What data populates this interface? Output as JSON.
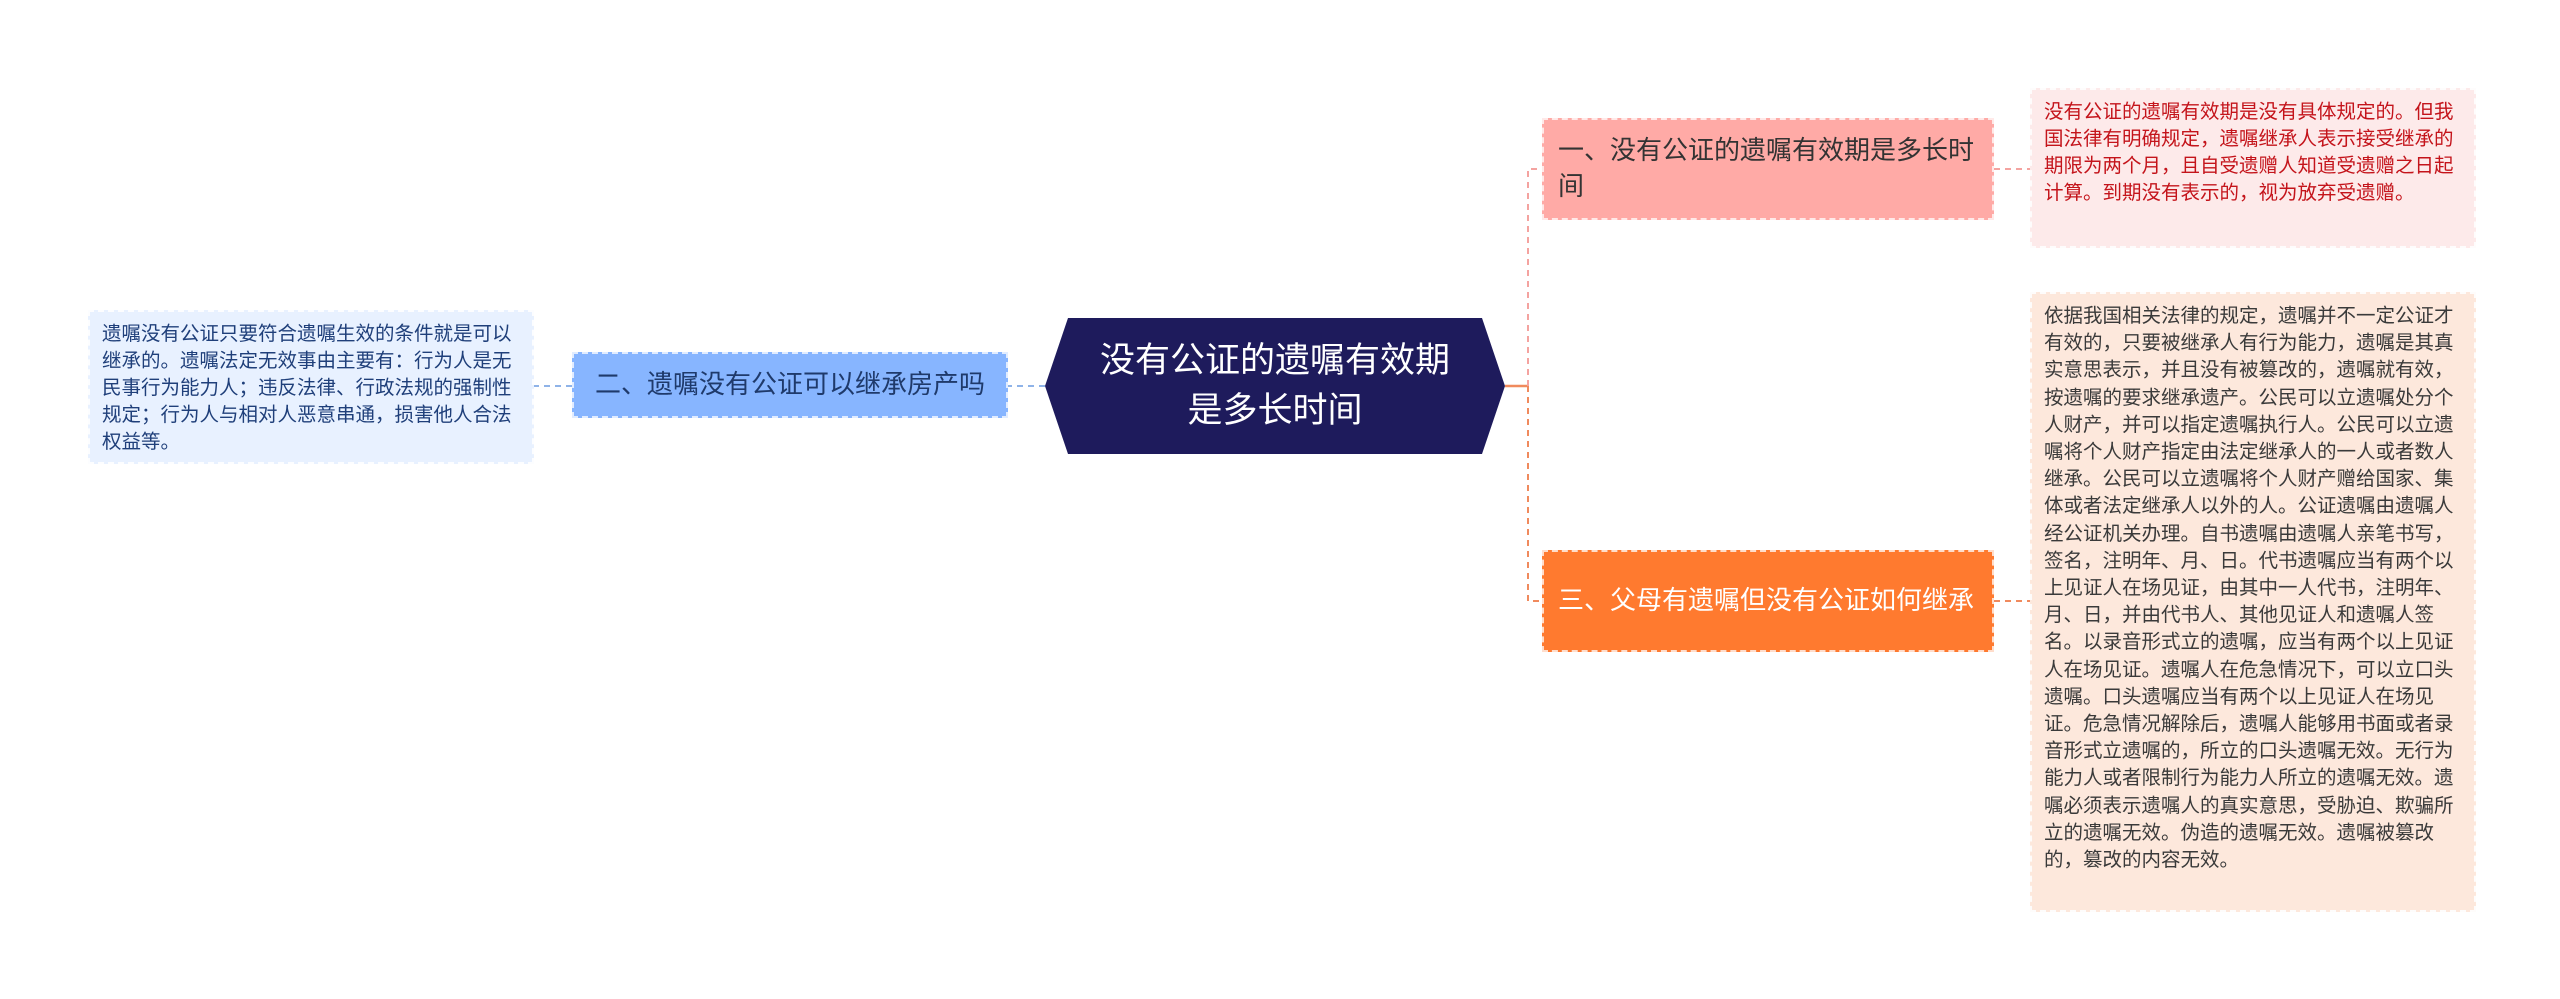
{
  "central_topic": "没有公证的遗嘱有效期是多长时间",
  "branches": [
    {
      "label": "一、没有公证的遗嘱有效期是多长时间",
      "detail": "没有公证的遗嘱有效期是没有具体规定的。但我国法律有明确规定，遗嘱继承人表示接受继承的期限为两个月，且自受遗赠人知道受遗赠之日起计算。到期没有表示的，视为放弃受遗赠。"
    },
    {
      "label": "二、遗嘱没有公证可以继承房产吗",
      "detail": "遗嘱没有公证只要符合遗嘱生效的条件就是可以继承的。遗嘱法定无效事由主要有：行为人是无民事行为能力人；违反法律、行政法规的强制性规定；行为人与相对人恶意串通，损害他人合法权益等。"
    },
    {
      "label": "三、父母有遗嘱但没有公证如何继承",
      "detail": "依据我国相关法律的规定，遗嘱并不一定公证才有效的，只要被继承人有行为能力，遗嘱是其真实意思表示，并且没有被篡改的，遗嘱就有效，按遗嘱的要求继承遗产。公民可以立遗嘱处分个人财产，并可以指定遗嘱执行人。公民可以立遗嘱将个人财产指定由法定继承人的一人或者数人继承。公民可以立遗嘱将个人财产赠给国家、集体或者法定继承人以外的人。公证遗嘱由遗嘱人经公证机关办理。自书遗嘱由遗嘱人亲笔书写，签名，注明年、月、日。代书遗嘱应当有两个以上见证人在场见证，由其中一人代书，注明年、月、日，并由代书人、其他见证人和遗嘱人签名。以录音形式立的遗嘱，应当有两个以上见证人在场见证。遗嘱人在危急情况下，可以立口头遗嘱。口头遗嘱应当有两个以上见证人在场见证。危急情况解除后，遗嘱人能够用书面或者录音形式立遗嘱的，所立的口头遗嘱无效。无行为能力人或者限制行为能力人所立的遗嘱无效。遗嘱必须表示遗嘱人的真实意思，受胁迫、欺骗所立的遗嘱无效。伪造的遗嘱无效。遗嘱被篡改的，篡改的内容无效。"
    }
  ],
  "colors": {
    "central": "#1e1b5c",
    "branch_1": "#ffaaa6",
    "branch_2": "#87b5ff",
    "branch_3": "#ff7a2f",
    "connector_right": "#f08a5d",
    "connector_left": "#8fb3e8"
  }
}
